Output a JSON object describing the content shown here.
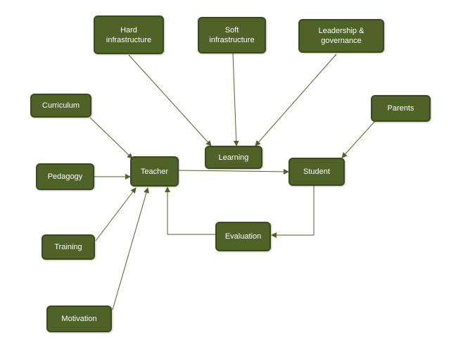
{
  "nodes": {
    "hard_infrastructure": "Hard\ninfrastructure",
    "soft_infrastructure": "Soft\ninfrastructure",
    "leadership_governance": "Leadership &\ngovernance",
    "curriculum": "Curriculum",
    "parents": "Parents",
    "learning": "Learning",
    "pedagogy": "Pedagogy",
    "teacher": "Teacher",
    "student": "Student",
    "evaluation": "Evaluation",
    "training": "Training",
    "motivation": "Motivation"
  },
  "colors": {
    "node_fill": "#4f6228",
    "node_border": "#3b4a1d",
    "arrow": "#4f6228",
    "text": "#ffffff"
  }
}
